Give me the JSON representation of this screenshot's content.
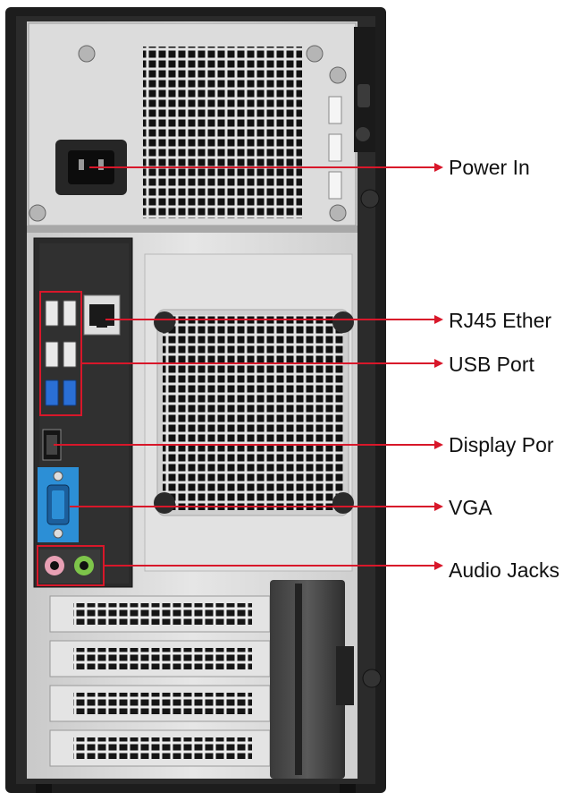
{
  "callouts": [
    {
      "key": "power_in",
      "label": "Power In"
    },
    {
      "key": "rj45",
      "label": "RJ45 Ether"
    },
    {
      "key": "usb",
      "label": "USB Port"
    },
    {
      "key": "display_port",
      "label": "Display Por"
    },
    {
      "key": "vga",
      "label": "VGA"
    },
    {
      "key": "audio",
      "label": "Audio Jacks"
    }
  ],
  "colors": {
    "callout_line": "#d8172a",
    "case_frame": "#1d1d1d",
    "chassis_metal": "#d4d4d4",
    "io_panel": "#2a2a2a",
    "usb3_blue": "#2a6fd6",
    "vga_blue": "#2c8fd6",
    "audio_pink": "#e8a0b4",
    "audio_green": "#7ec54a"
  },
  "icons": [
    "power-socket-icon",
    "ethernet-port-icon",
    "usb-port-icon",
    "displayport-icon",
    "vga-port-icon",
    "audio-jack-icon",
    "screw-icon",
    "fan-grille-icon"
  ]
}
